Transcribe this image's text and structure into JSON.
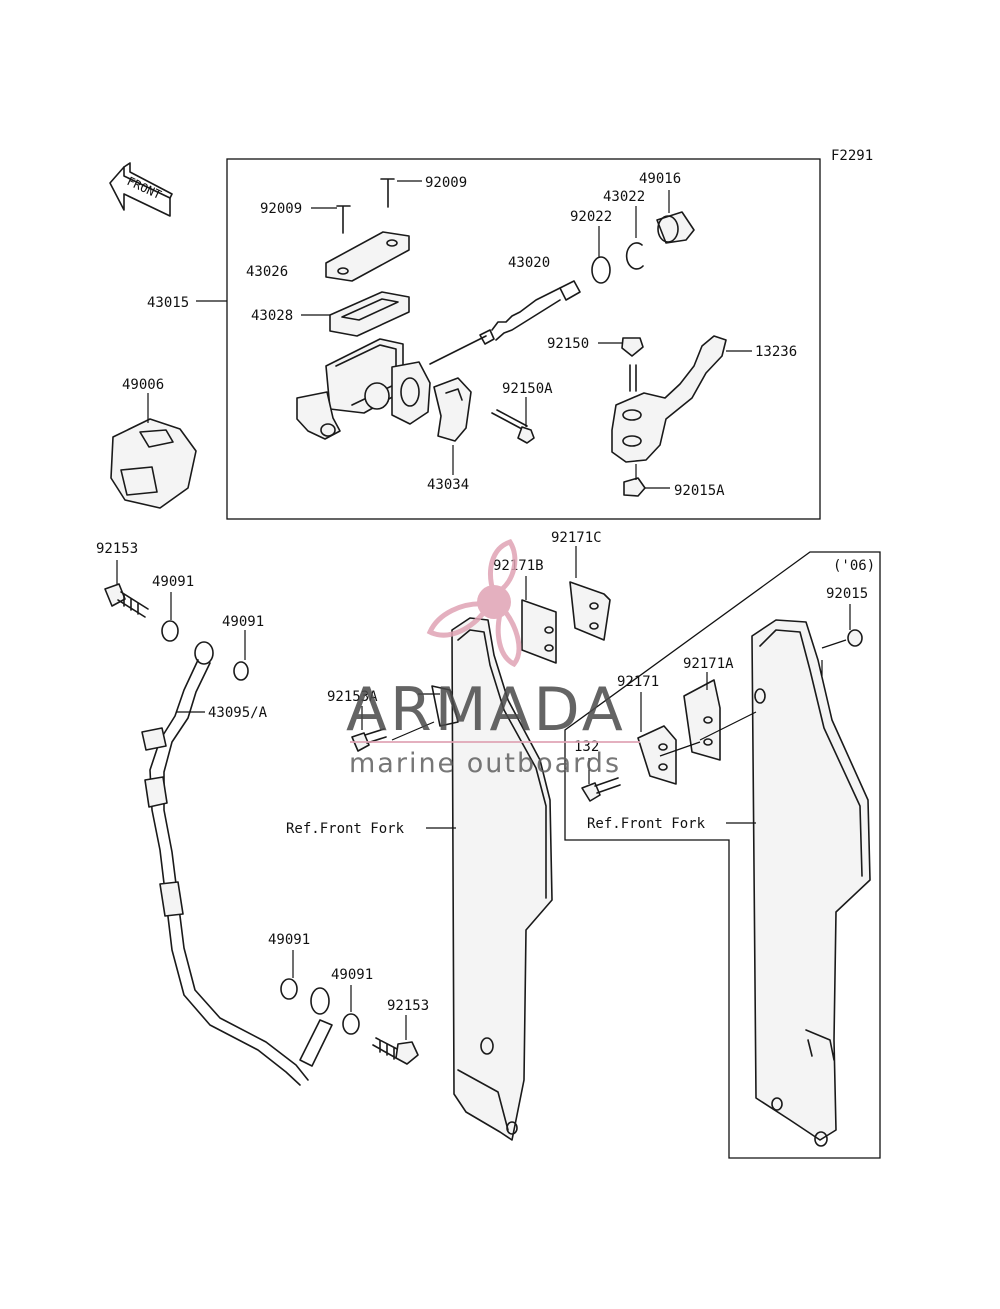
{
  "figure_code": "F2291",
  "front_arrow_label": "FRONT",
  "year_note": "('06)",
  "watermark": {
    "brand": "ARMADA",
    "tagline": "marine outboards",
    "logo_color": "#e0a3b4"
  },
  "part_labels": {
    "p92009_a": "92009",
    "p92009_b": "92009",
    "p49016": "49016",
    "p43022": "43022",
    "p92022": "92022",
    "p43026": "43026",
    "p43020": "43020",
    "p43015": "43015",
    "p43028": "43028",
    "p92150": "92150",
    "p13236": "13236",
    "p49006": "49006",
    "p92150A": "92150A",
    "p43034": "43034",
    "p92015A": "92015A",
    "p92153_top": "92153",
    "p49091_1": "49091",
    "p49091_2": "49091",
    "p43095A": "43095/A",
    "p92171C": "92171C",
    "p92171B": "92171B",
    "p92015": "92015",
    "p92171A": "92171A",
    "p92171": "92171",
    "p92153A": "92153A",
    "p132": "132",
    "p49091_3": "49091",
    "p49091_4": "49091",
    "p92153_bottom": "92153"
  },
  "references": {
    "front_fork_left": "Ref.Front Fork",
    "front_fork_right": "Ref.Front Fork"
  }
}
